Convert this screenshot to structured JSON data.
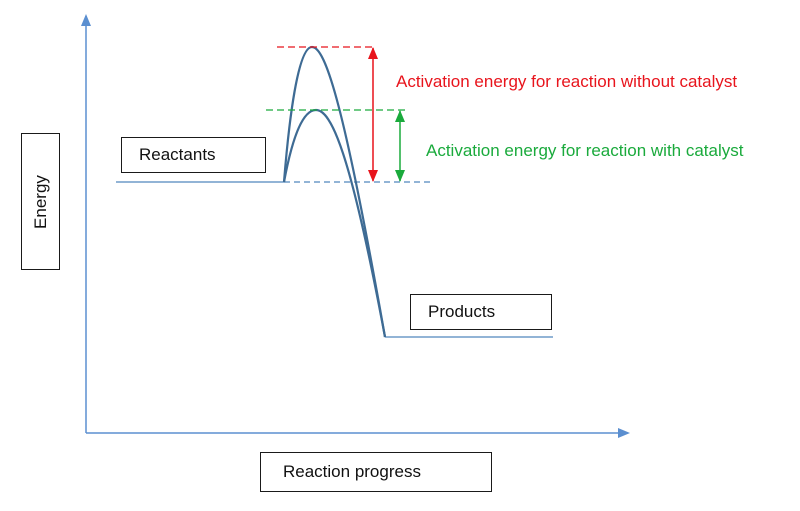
{
  "colors": {
    "axis": "#5b8fd0",
    "curve": "#3e6b94",
    "baseline": "#6f9bc8",
    "without_catalyst": "#e8141c",
    "with_catalyst": "#1aaa3c"
  },
  "labels": {
    "reactants": "Reactants",
    "products": "Products",
    "x_axis": "Reaction progress",
    "y_axis": "Energy"
  },
  "annotations": {
    "without_catalyst": "Activation energy for reaction without catalyst",
    "with_catalyst": "Activation energy for reaction with catalyst"
  }
}
